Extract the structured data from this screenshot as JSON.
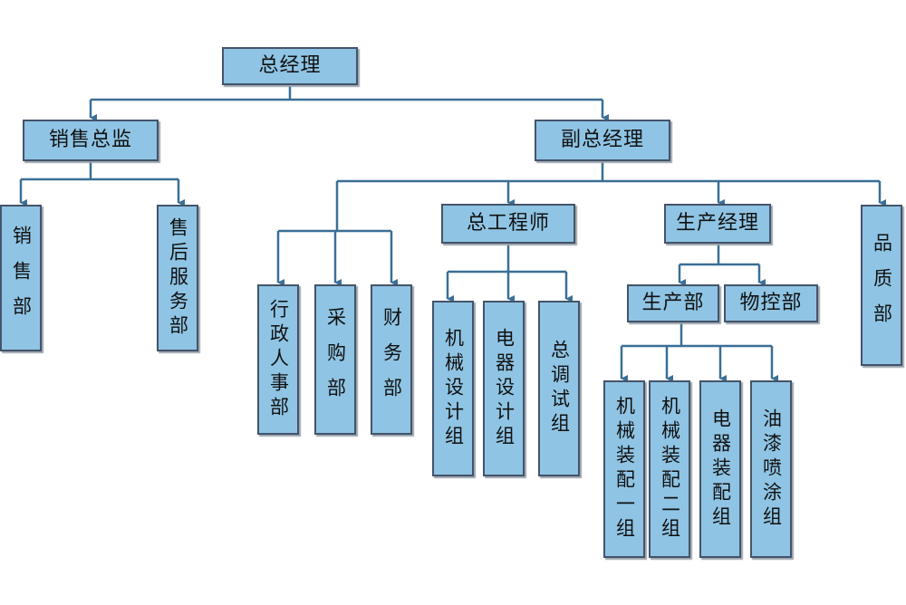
{
  "org_chart": {
    "root": "总经理",
    "sales_director": "销售总监",
    "sales_dept": "销售部",
    "after_sales_dept": "售后服务部",
    "deputy_gm": "副总经理",
    "admin_hr_dept": "行政人事部",
    "purchasing_dept": "采购部",
    "finance_dept": "财务部",
    "chief_engineer": "总工程师",
    "mech_design_group": "机械设计组",
    "elec_design_group": "电器设计组",
    "commissioning_group": "总调试组",
    "production_manager": "生产经理",
    "production_dept": "生产部",
    "material_control_dept": "物控部",
    "mech_assembly_1": "机械装配一组",
    "mech_assembly_2": "机械装配二组",
    "elec_assembly_group": "电器装配组",
    "painting_group": "油漆喷涂组",
    "quality_dept": "品质部"
  },
  "colors": {
    "box_fill": "#8fc4e4",
    "box_border": "#44546a",
    "connector": "#3a6f96"
  }
}
